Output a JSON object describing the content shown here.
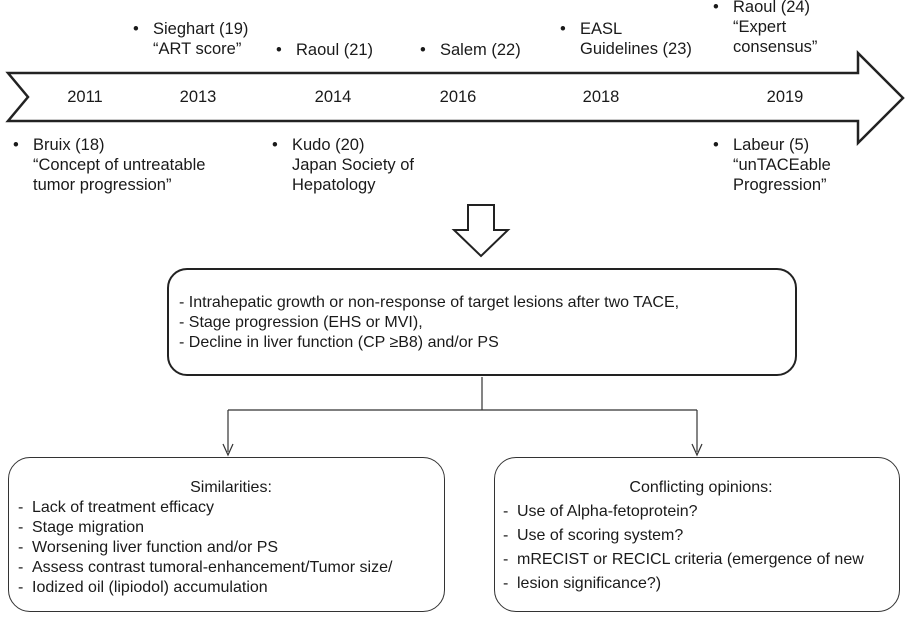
{
  "timeline": {
    "years": [
      "2011",
      "2013",
      "2014",
      "2016",
      "2018",
      "2019"
    ],
    "above": [
      {
        "lines": [
          "Sieghart (19)",
          "“ART score”"
        ]
      },
      {
        "lines": [
          "Raoul (21)"
        ]
      },
      {
        "lines": [
          "Salem (22)"
        ]
      },
      {
        "lines": [
          "EASL",
          "Guidelines (23)"
        ]
      },
      {
        "lines": [
          "Raoul (24)",
          "“Expert",
          "consensus”"
        ]
      }
    ],
    "below": [
      {
        "lines": [
          "Bruix (18)",
          "“Concept of untreatable",
          "tumor progression”"
        ]
      },
      {
        "lines": [
          "Kudo (20)",
          "Japan Society of",
          "Hepatology"
        ]
      },
      {
        "lines": [
          "Labeur (5)",
          "“unTACEable",
          "Progression”"
        ]
      }
    ]
  },
  "criteria": [
    "- Intrahepatic growth or non-response of target lesions after two TACE,",
    "- Stage progression (EHS or MVI),",
    "- Decline in liver function (CP ≥B8) and/or PS"
  ],
  "similarities": {
    "title": "Similarities:",
    "items": [
      "Lack of treatment efficacy",
      "Stage migration",
      "Worsening liver function and/or PS",
      "Assess contrast tumoral-enhancement/Tumor size/",
      "Iodized oil  (lipiodol) accumulation"
    ]
  },
  "conflicting": {
    "title": "Conflicting opinions:",
    "items": [
      "Use of Alpha-fetoprotein?",
      "Use of scoring system?",
      "mRECIST or RECICL criteria (emergence of new",
      "lesion significance?)"
    ]
  },
  "colors": {
    "stroke": "#222222",
    "text": "#1a1a1a",
    "background": "#ffffff"
  }
}
